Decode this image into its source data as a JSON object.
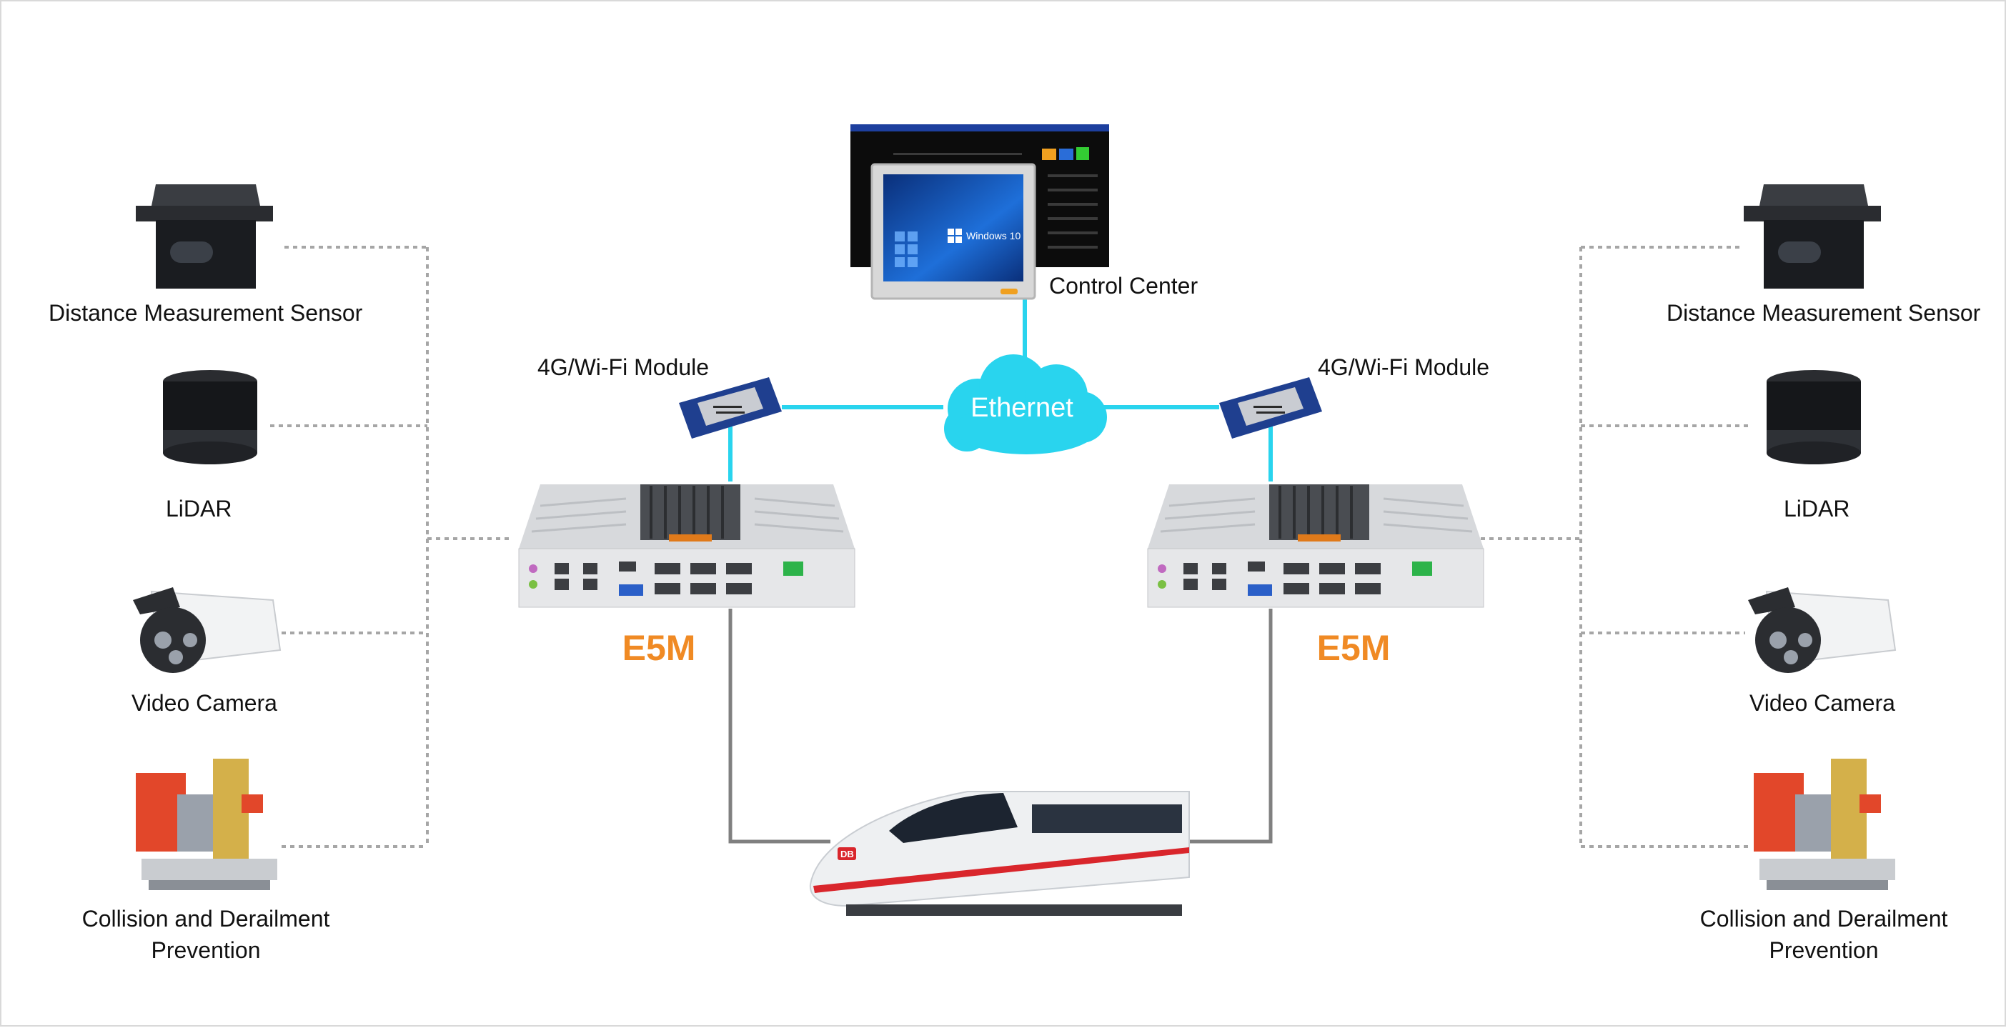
{
  "control_center": {
    "label": "Control Center",
    "screen_text": "Windows 10"
  },
  "network": {
    "label": "Ethernet"
  },
  "left": {
    "module_label": "4G/Wi-Fi Module",
    "computer_label": "E5M",
    "sensors": [
      {
        "id": "distance",
        "label": "Distance Measurement Sensor"
      },
      {
        "id": "lidar",
        "label": "LiDAR"
      },
      {
        "id": "camera",
        "label": "Video Camera"
      },
      {
        "id": "collision",
        "label": "Collision and Derailment Prevention"
      }
    ]
  },
  "right": {
    "module_label": "4G/Wi-Fi Module",
    "computer_label": "E5M",
    "sensors": [
      {
        "id": "distance",
        "label": "Distance Measurement Sensor"
      },
      {
        "id": "lidar",
        "label": "LiDAR"
      },
      {
        "id": "camera",
        "label": "Video Camera"
      },
      {
        "id": "collision",
        "label": "Collision and Derailment Prevention"
      }
    ]
  },
  "train": {
    "logo": "DB"
  },
  "colors": {
    "ethernet": "#29d4ee",
    "accent": "#f08a24",
    "wire": "#808080",
    "dotted": "#a6a6a6"
  }
}
